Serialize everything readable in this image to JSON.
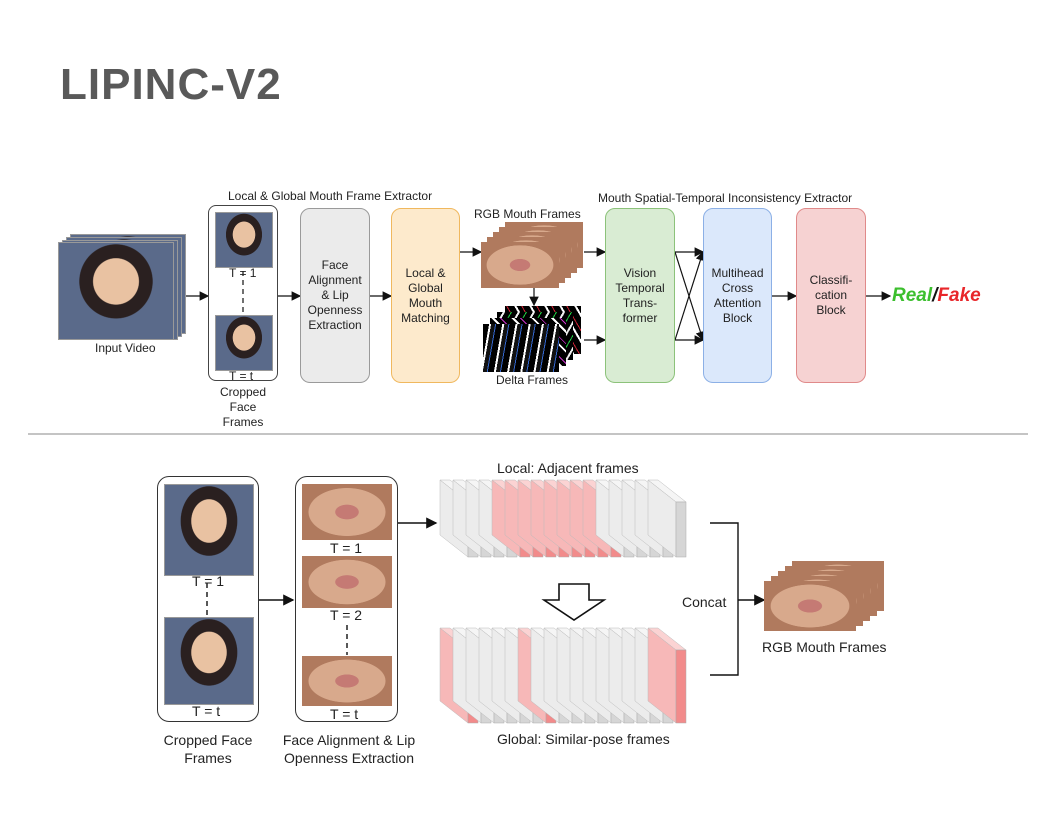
{
  "title": "LIPINC-V2",
  "top": {
    "extractor_label": "Local & Global Mouth Frame Extractor",
    "inconsistency_label": "Mouth Spatial-Temporal Inconsistency Extractor",
    "input_video": "Input Video",
    "t1": "T = 1",
    "tt": "T = t",
    "cropped": "Cropped Face\nFrames",
    "face_align": "Face Alignment & Lip Openness Extraction",
    "local_global": "Local & Global Mouth Matching",
    "rgb_frames": "RGB Mouth Frames",
    "delta_frames": "Delta Frames",
    "vtt": "Vision Temporal Trans-former",
    "multihead": "Multihead Cross Attention Block",
    "classify": "Classifi-cation Block",
    "real": "Real",
    "slash": "/",
    "fake": "Fake",
    "colors": {
      "real": "#3cbf2e",
      "fake": "#e8262a",
      "gray": "#ebebeb",
      "orange": "#fdeacc",
      "green": "#d9ecd3",
      "blue": "#dbe8fb",
      "red": "#f6d2d2"
    }
  },
  "bottom": {
    "t1": "T = 1",
    "tt": "T = t",
    "m1": "T = 1",
    "m2": "T = 2",
    "mt": "T = t",
    "cropped": "Cropped Face\nFrames",
    "face_align": "Face Alignment & Lip\nOpenness Extraction",
    "local": "Local: Adjacent frames",
    "global": "Global: Similar-pose frames",
    "concat": "Concat",
    "rgb_frames": "RGB Mouth Frames",
    "local_pattern": [
      "g",
      "g",
      "g",
      "g",
      "r",
      "r",
      "r",
      "r",
      "r",
      "r",
      "r",
      "r",
      "g",
      "g",
      "g",
      "g",
      "g"
    ],
    "global_pattern": [
      "r",
      "g",
      "g",
      "g",
      "g",
      "g",
      "r",
      "g",
      "g",
      "g",
      "g",
      "g",
      "g",
      "g",
      "g",
      "g",
      "r"
    ]
  }
}
